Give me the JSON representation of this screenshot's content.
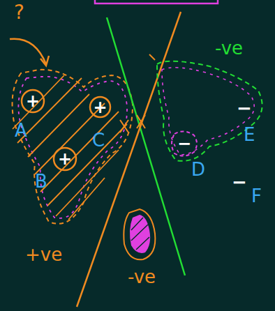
{
  "diagram": {
    "nodes": [
      {
        "text": [
          "+",
          "A"
        ]
      },
      {
        "text": [
          "+",
          "C"
        ]
      },
      {
        "text": [
          "+",
          "B"
        ]
      },
      {
        "text": [
          "−",
          "D"
        ]
      }
    ],
    "labels": [
      "?",
      "−",
      "E",
      "−",
      "F",
      "-ve",
      "+ve",
      "-ve"
    ]
  }
}
